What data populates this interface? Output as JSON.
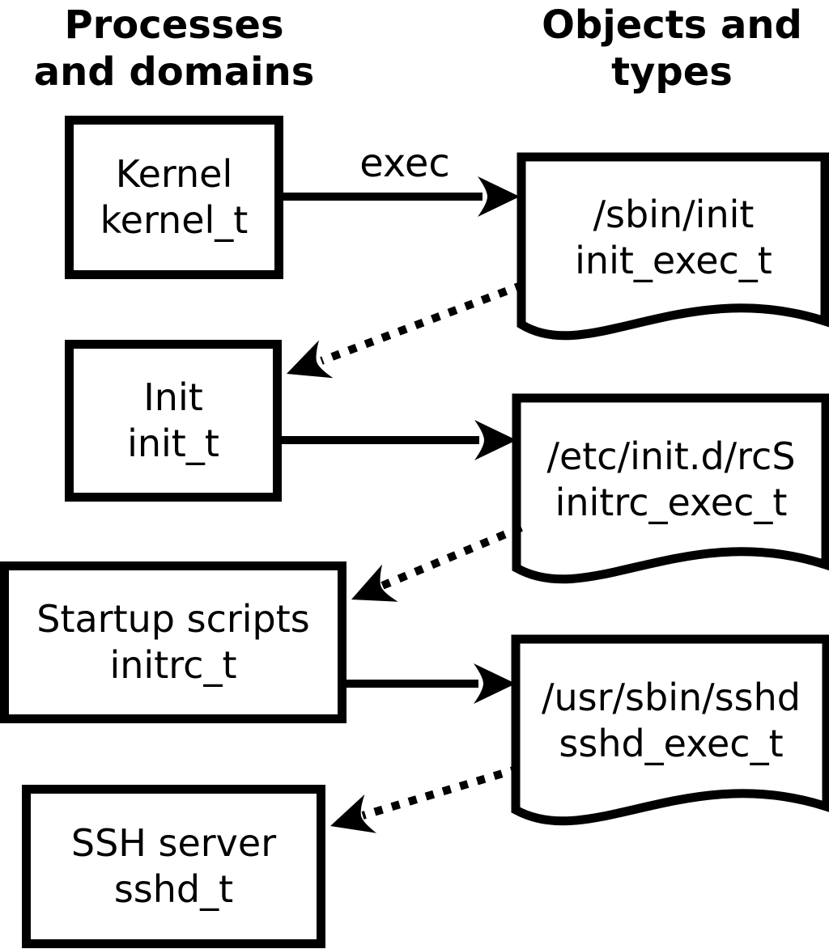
{
  "diagram": {
    "title_left": "Processes\nand domains",
    "title_right": "Objects and\ntypes",
    "exec_label": "exec",
    "process_nodes": [
      {
        "name": "Kernel",
        "domain": "kernel_t"
      },
      {
        "name": "Init",
        "domain": "init_t"
      },
      {
        "name": "Startup scripts",
        "domain": "initrc_t"
      },
      {
        "name": "SSH server",
        "domain": "sshd_t"
      }
    ],
    "object_nodes": [
      {
        "path": "/sbin/init",
        "type": "init_exec_t"
      },
      {
        "path": "/etc/init.d/rcS",
        "type": "initrc_exec_t"
      },
      {
        "path": "/usr/sbin/sshd",
        "type": "sshd_exec_t"
      }
    ],
    "colors": {
      "ink": "#000000",
      "paper": "#ffffff"
    }
  }
}
